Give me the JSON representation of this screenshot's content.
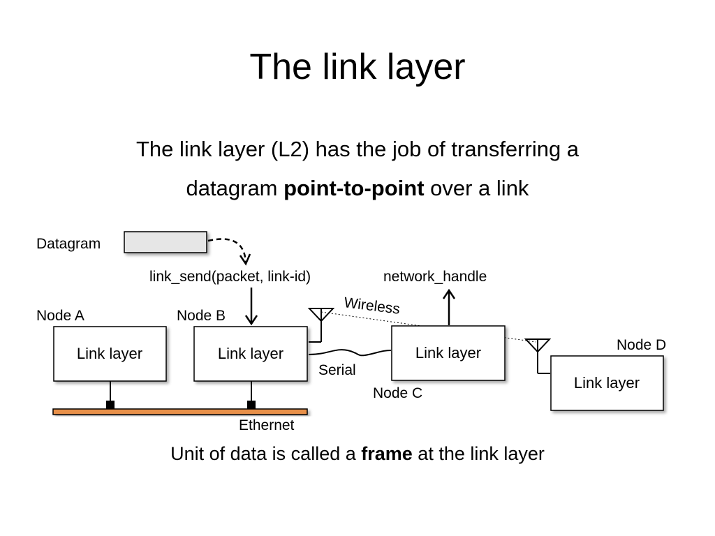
{
  "title": "The link layer",
  "subtitle": {
    "line1": "The link layer (L2) has the job of transferring a",
    "line2_pre": "datagram ",
    "line2_bold": "point-to-point",
    "line2_post": " over a link"
  },
  "footer": {
    "pre": "Unit of data is called a ",
    "bold": "frame",
    "post": " at the link layer"
  },
  "diagram": {
    "datagram_label": "Datagram",
    "link_send_label": "link_send(packet, link-id)",
    "network_handle_label": "network_handle",
    "wireless_label": "Wireless",
    "serial_label": "Serial",
    "ethernet_label": "Ethernet",
    "nodes": {
      "a": {
        "name": "Node A",
        "box": "Link layer"
      },
      "b": {
        "name": "Node B",
        "box": "Link layer"
      },
      "c": {
        "name": "Node C",
        "box": "Link layer"
      },
      "d": {
        "name": "Node D",
        "box": "Link layer"
      }
    },
    "colors": {
      "ethernet_bar": "#e8904a",
      "datagram_fill": "#e6e6e6"
    }
  }
}
